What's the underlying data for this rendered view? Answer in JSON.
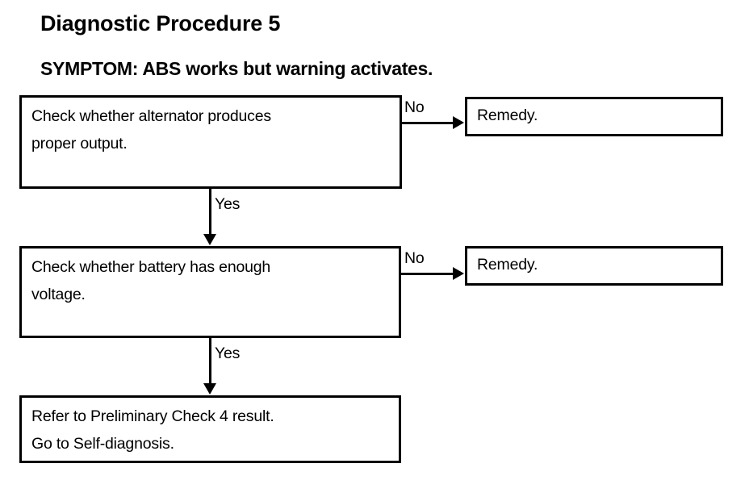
{
  "page": {
    "title": "Diagnostic Procedure 5",
    "symptom": "SYMPTOM: ABS works but warning activates."
  },
  "flowchart": {
    "type": "flowchart",
    "nodes": [
      {
        "id": "check-alternator",
        "shape": "rectangle",
        "text": "Check whether alternator produces\nproper output."
      },
      {
        "id": "remedy-alternator",
        "shape": "rectangle",
        "text": "Remedy."
      },
      {
        "id": "check-battery",
        "shape": "rectangle",
        "text": "Check whether battery has enough\nvoltage."
      },
      {
        "id": "remedy-battery",
        "shape": "rectangle",
        "text": "Remedy."
      },
      {
        "id": "final-step",
        "shape": "rectangle",
        "text": "Refer to Preliminary Check 4 result.\nGo to Self-diagnosis."
      }
    ],
    "edges": [
      {
        "id": "alternator-no",
        "from": "check-alternator",
        "to": "remedy-alternator",
        "label": "No",
        "direction": "right"
      },
      {
        "id": "alternator-yes",
        "from": "check-alternator",
        "to": "check-battery",
        "label": "Yes",
        "direction": "down"
      },
      {
        "id": "battery-no",
        "from": "check-battery",
        "to": "remedy-battery",
        "label": "No",
        "direction": "right"
      },
      {
        "id": "battery-yes",
        "from": "check-battery",
        "to": "final-step",
        "label": "Yes",
        "direction": "down"
      }
    ],
    "colors": {
      "stroke": "#000000",
      "background": "#ffffff",
      "text": "#000000"
    }
  }
}
